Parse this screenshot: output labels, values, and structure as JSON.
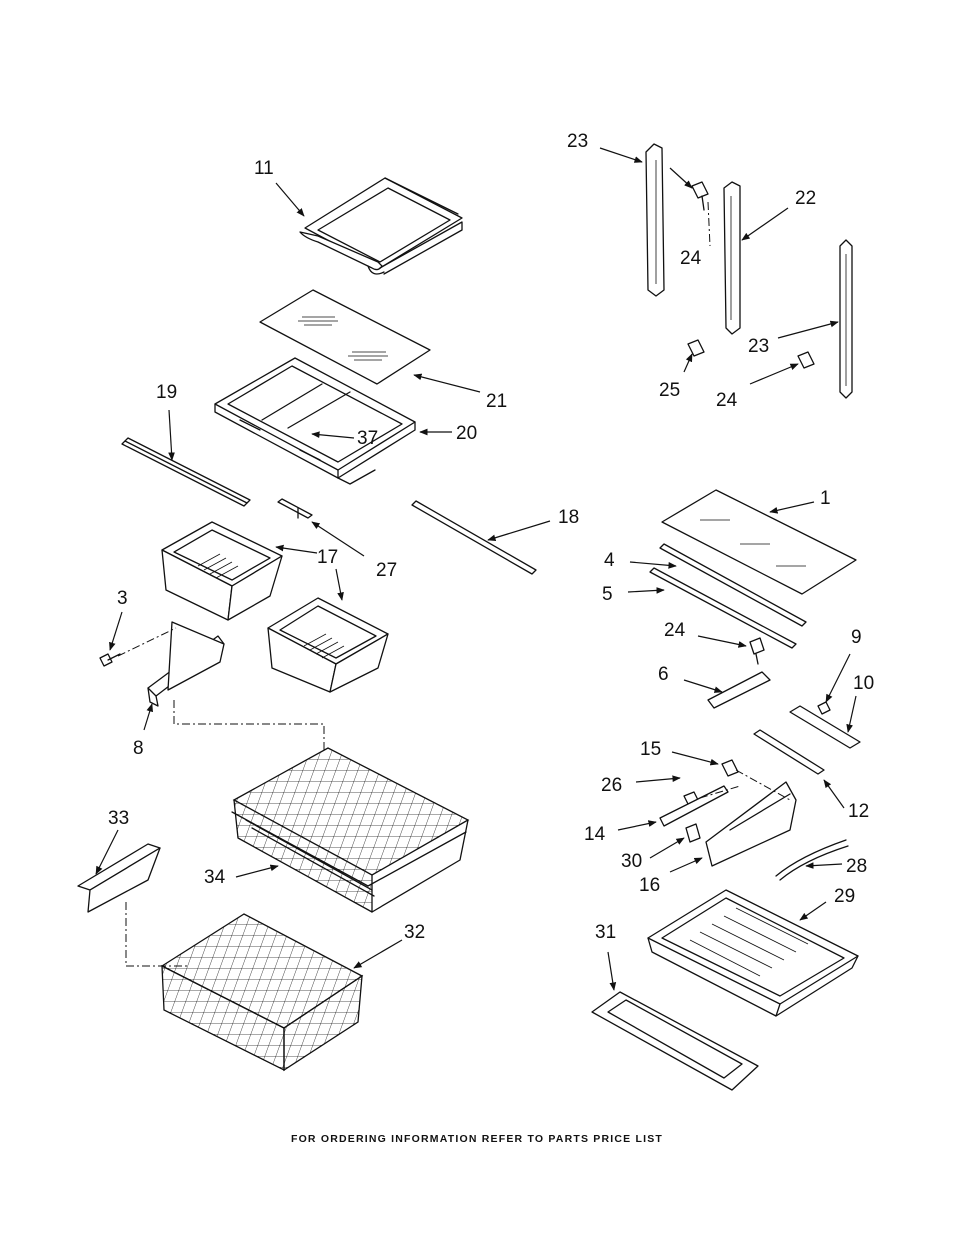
{
  "footer": "FOR ORDERING INFORMATION REFER TO PARTS PRICE LIST",
  "callouts": {
    "c1": "1",
    "c3": "3",
    "c4": "4",
    "c5": "5",
    "c6": "6",
    "c8": "8",
    "c9": "9",
    "c10": "10",
    "c11": "11",
    "c12": "12",
    "c14": "14",
    "c15": "15",
    "c16": "16",
    "c17": "17",
    "c18": "18",
    "c19": "19",
    "c20": "20",
    "c21": "21",
    "c22": "22",
    "c23a": "23",
    "c23b": "23",
    "c24a": "24",
    "c24b": "24",
    "c24c": "24",
    "c25": "25",
    "c26": "26",
    "c27": "27",
    "c28": "28",
    "c29": "29",
    "c30": "30",
    "c31": "31",
    "c32": "32",
    "c33": "33",
    "c34": "34",
    "c37": "37"
  }
}
